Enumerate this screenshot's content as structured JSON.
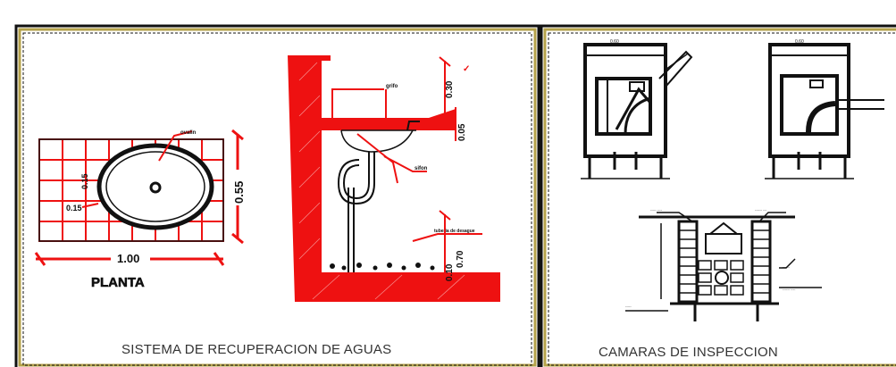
{
  "panels": {
    "left": {
      "caption": "SISTEMA DE RECUPERACION DE AGUAS",
      "plan_title": "PLANTA",
      "plan_width": "1.00",
      "plan_height": "0.55",
      "dim_1": "0.15",
      "dim_2": "0.15",
      "dim_3": "0.30",
      "dim_4": "0.05",
      "dim_5": "0.10",
      "dim_6": "0.70"
    },
    "right": {
      "caption": "CAMARAS DE INSPECCION"
    }
  },
  "colors": {
    "red": "#ee1111",
    "ink": "#111111",
    "frame": "#b5a24a"
  }
}
